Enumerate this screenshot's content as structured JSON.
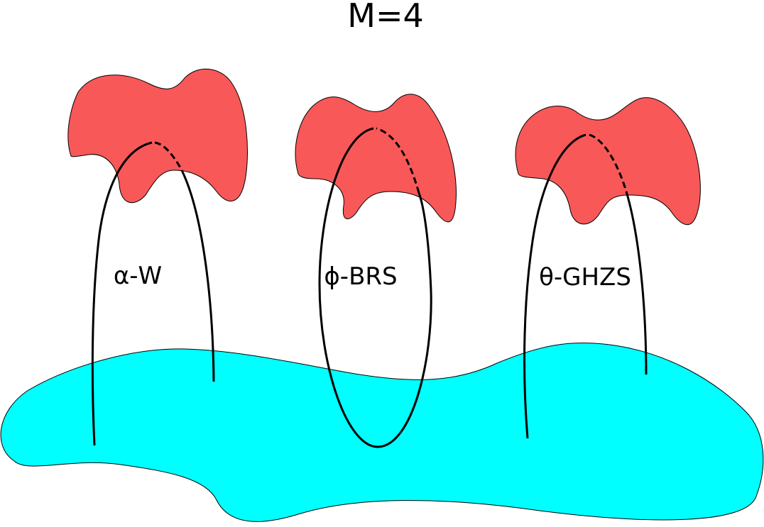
{
  "title": "M=4",
  "colors": {
    "brane_top": "#F95858",
    "brane_bottom": "#00FFFF",
    "string": "#000000"
  },
  "labels": {
    "left": "α-W",
    "middle": "ϕ-BRS",
    "right": "θ-GHZS"
  }
}
